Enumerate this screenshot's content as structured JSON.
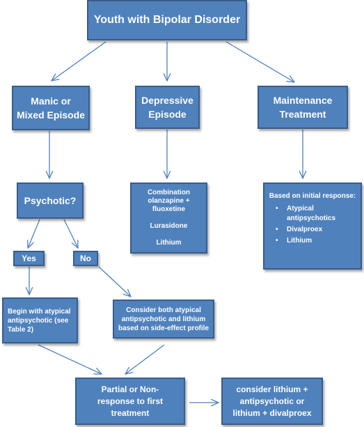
{
  "nodes": {
    "root": [
      "Youth with Bipolar Disorder"
    ],
    "manic": [
      "Manic or",
      "Mixed Episode"
    ],
    "depressive": [
      "Depressive",
      "Episode"
    ],
    "maintenance": [
      "Maintenance",
      "Treatment"
    ],
    "psychotic": [
      "Psychotic?"
    ],
    "combo": [
      "Combination",
      "olanzapine +",
      "fluoxetine",
      "",
      "Lurasidone",
      "",
      "Lithium"
    ],
    "maint_detail": {
      "heading": "Based on initial response:",
      "items": [
        "Atypical antipsychotics",
        "Divalproex",
        "Lithium"
      ]
    },
    "yes": [
      "Yes"
    ],
    "no": [
      "No"
    ],
    "atypical": [
      "Begin with atypical",
      "antipsychotic (see",
      "Table 2)"
    ],
    "both": [
      "Consider both atypical",
      "antipsychotic and lithium",
      "based on side-effect profile"
    ],
    "partial": [
      "Partial or Non-",
      "response to first",
      "treatment"
    ],
    "consider": [
      "consider lithium +",
      "antipsychotic or",
      "lithium + divalproex"
    ]
  },
  "colors": {
    "box_fill": "#4f81bd",
    "box_border": "#385d8a",
    "arrow": "#4f81bd",
    "text": "#ffffff"
  }
}
